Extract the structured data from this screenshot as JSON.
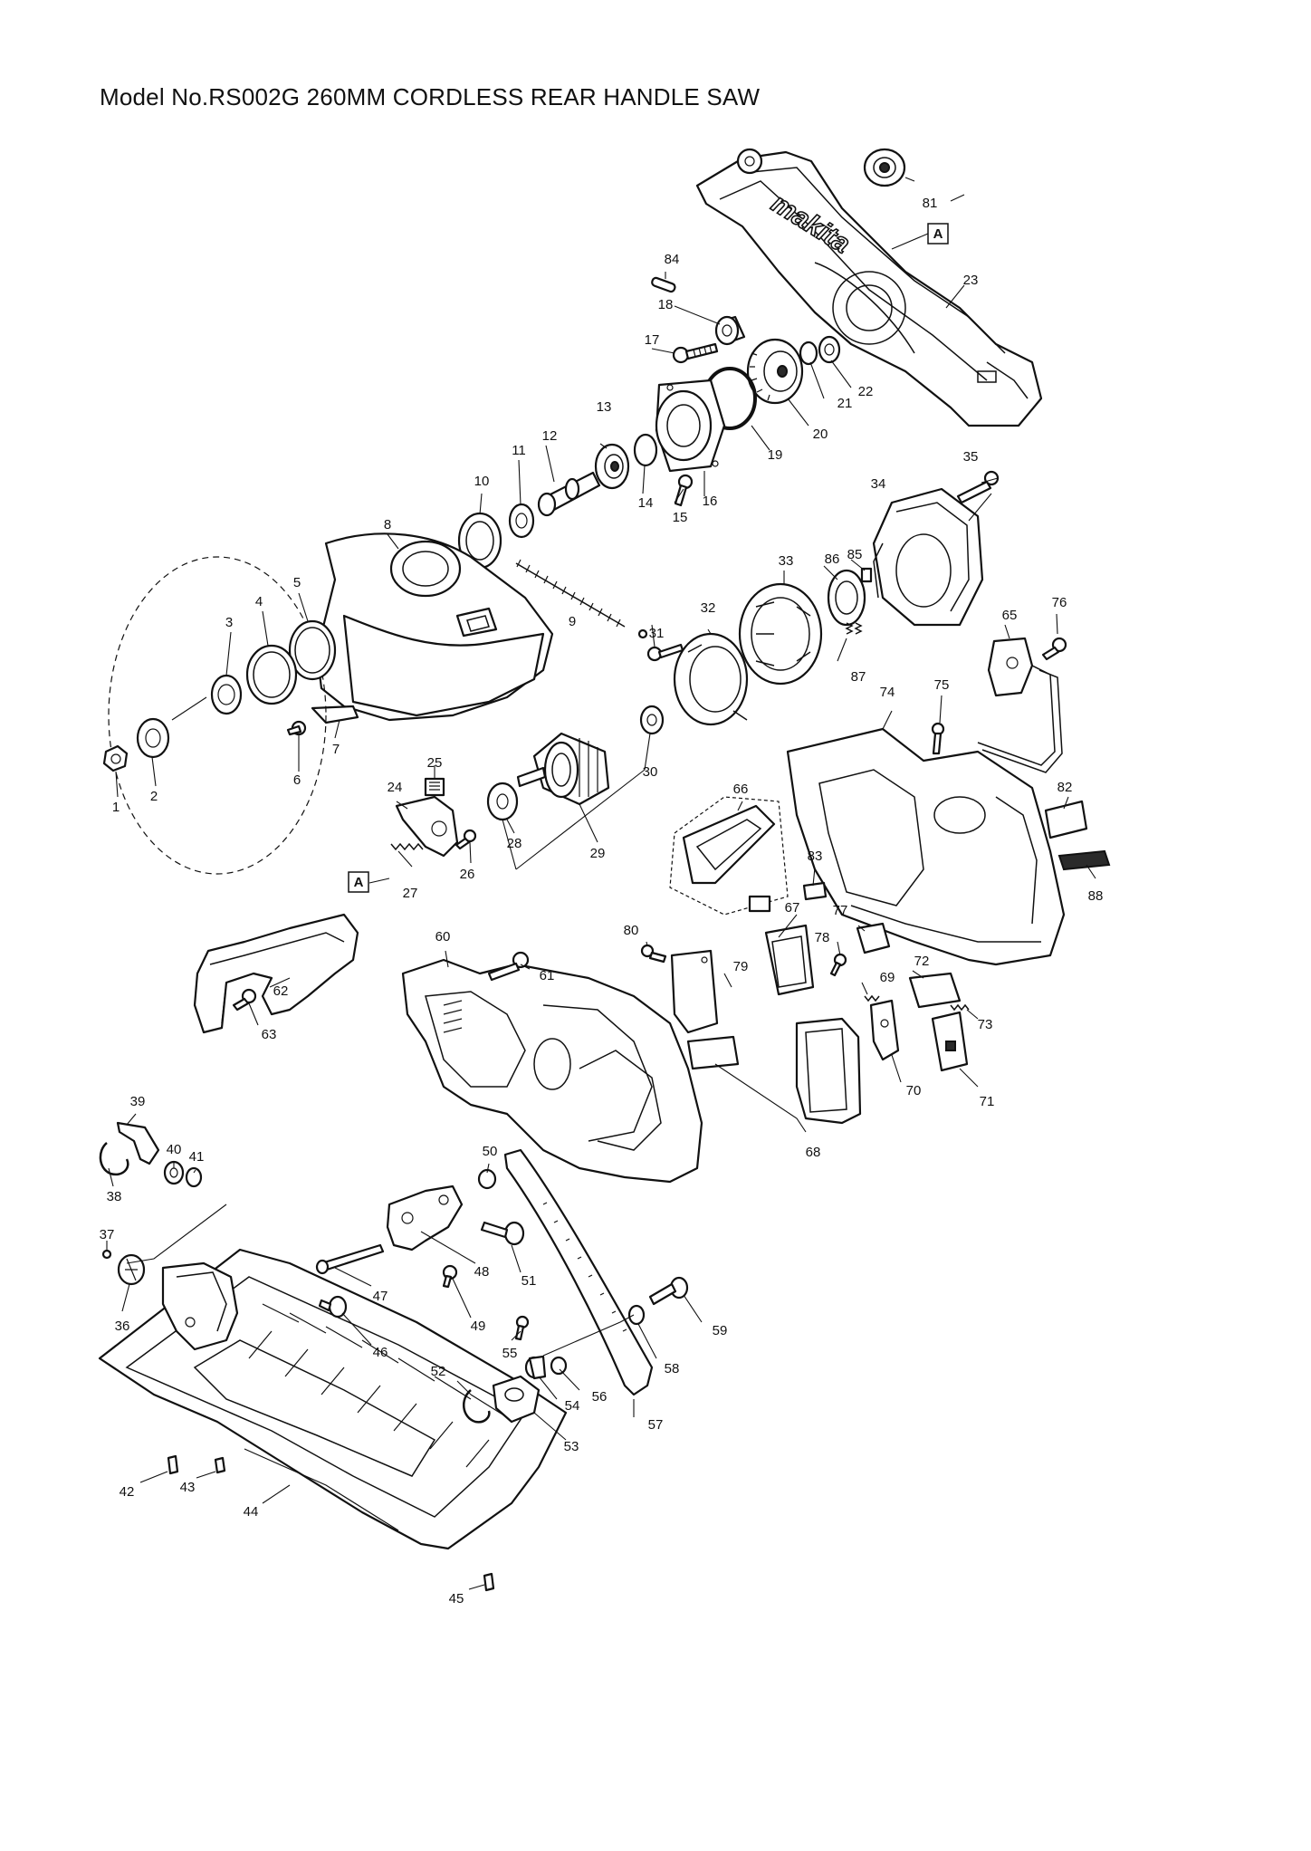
{
  "title": "Model No.RS002G 260MM CORDLESS REAR HANDLE SAW",
  "brand_mark": "makita",
  "reference_marks": [
    "A",
    "A"
  ],
  "callouts": [
    "1",
    "2",
    "3",
    "4",
    "5",
    "6",
    "7",
    "8",
    "9",
    "10",
    "11",
    "12",
    "13",
    "14",
    "15",
    "16",
    "17",
    "18",
    "19",
    "20",
    "21",
    "22",
    "23",
    "24",
    "25",
    "26",
    "27",
    "28",
    "29",
    "30",
    "31",
    "32",
    "33",
    "34",
    "35",
    "36",
    "37",
    "38",
    "39",
    "40",
    "41",
    "42",
    "43",
    "44",
    "45",
    "46",
    "47",
    "48",
    "49",
    "50",
    "51",
    "52",
    "53",
    "54",
    "55",
    "56",
    "57",
    "58",
    "59",
    "60",
    "61",
    "62",
    "63",
    "65",
    "66",
    "67",
    "68",
    "69",
    "70",
    "71",
    "72",
    "73",
    "74",
    "75",
    "76",
    "77",
    "78",
    "79",
    "80",
    "81",
    "82",
    "83",
    "84",
    "85",
    "86",
    "87",
    "88"
  ],
  "colors": {
    "line": "#111111",
    "background": "#ffffff"
  }
}
